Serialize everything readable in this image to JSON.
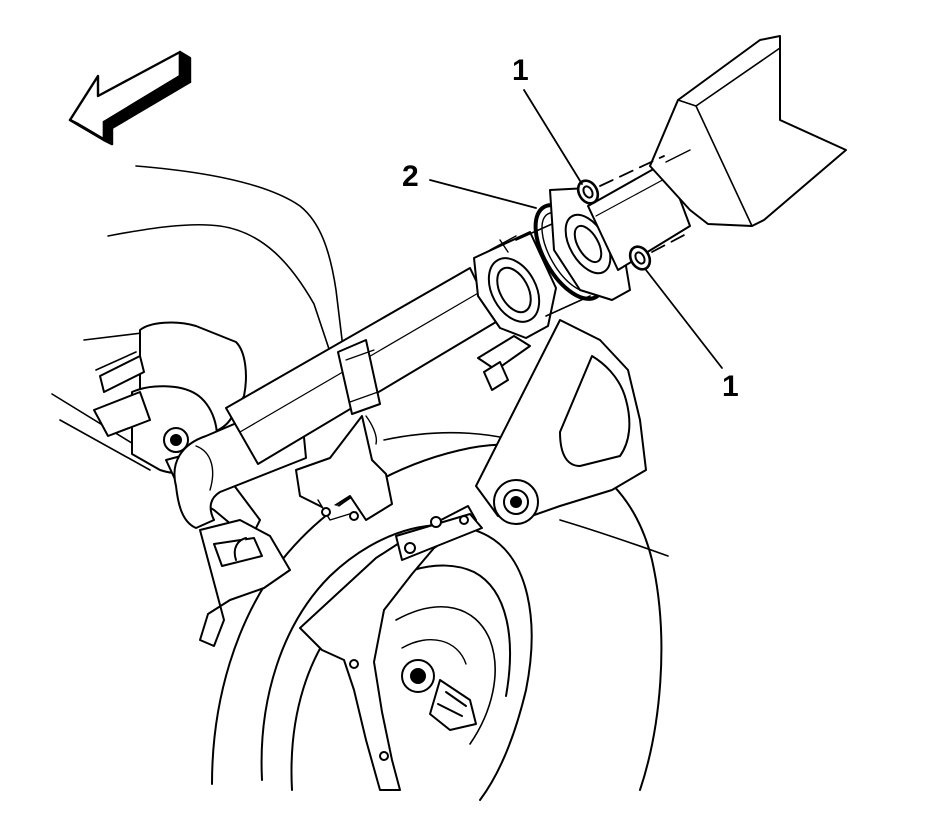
{
  "diagram": {
    "callouts": [
      {
        "id": "nut-upper",
        "label": "1"
      },
      {
        "id": "gasket",
        "label": "2"
      },
      {
        "id": "nut-lower",
        "label": "1"
      }
    ],
    "colors": {
      "line": "#000000",
      "fill": "#ffffff",
      "shade": "#e6e6e6"
    },
    "icons": {
      "direction_arrow": "arrow-left-3d-icon"
    }
  }
}
